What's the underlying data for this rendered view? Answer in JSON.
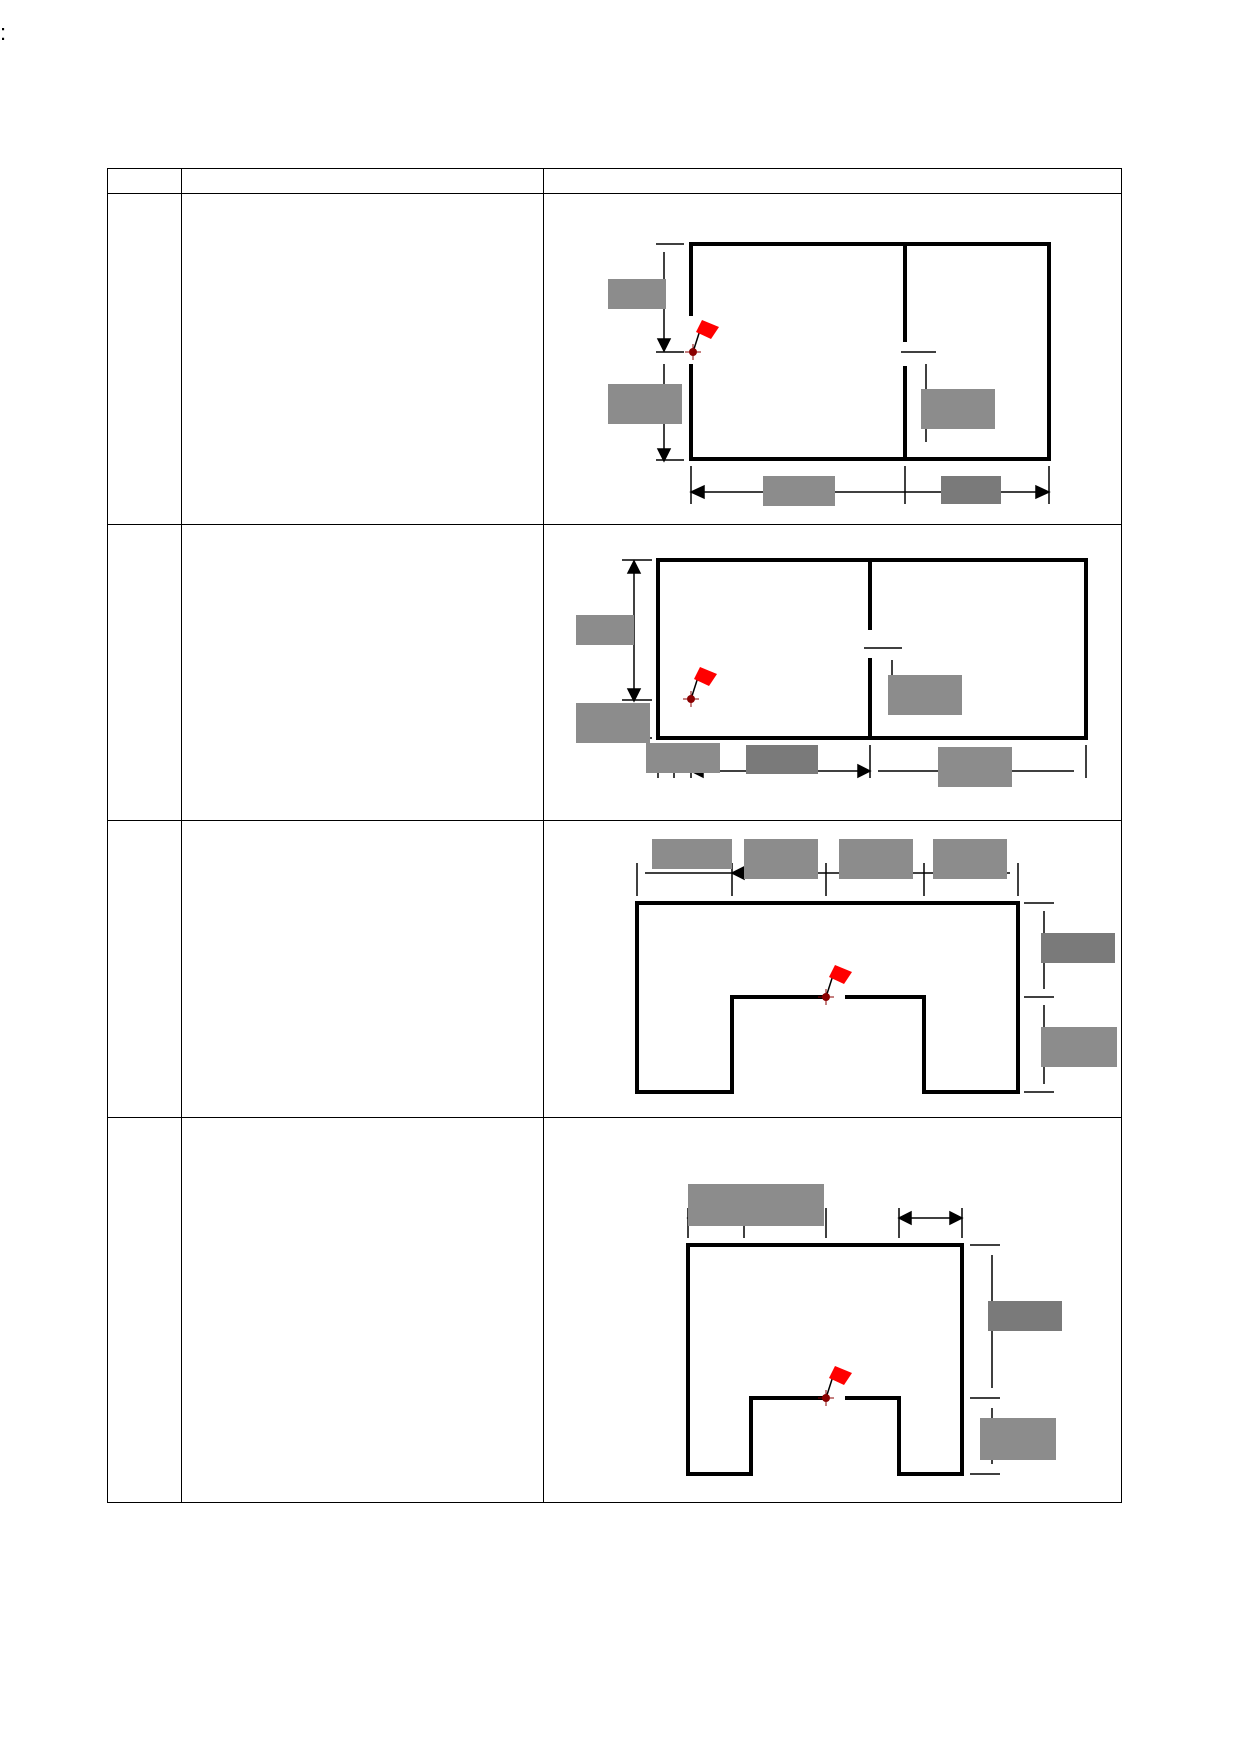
{
  "page": {
    "corner_mark": ":"
  },
  "colors": {
    "line": "#000000",
    "redaction": "#8c8c8c",
    "redaction_dark": "#7a7a7a",
    "flag": "#ff0000",
    "flag_marker": "#8b0000"
  },
  "table": {
    "columns": 3,
    "rows": [
      {
        "row": "header",
        "cells": [
          "",
          "",
          ""
        ]
      },
      {
        "row": 1,
        "cells": [
          "",
          ""
        ],
        "diagram": "rectangular-room-plan-with-partition"
      },
      {
        "row": 2,
        "cells": [
          "",
          ""
        ],
        "diagram": "rectangular-room-plan-with-partition-variant"
      },
      {
        "row": 3,
        "cells": [
          "",
          ""
        ],
        "diagram": "u-shaped-plan-wide"
      },
      {
        "row": 4,
        "cells": [
          "",
          ""
        ],
        "diagram": "u-shaped-plan-narrow"
      }
    ]
  },
  "icons": {
    "flag": "red-flag-icon"
  }
}
